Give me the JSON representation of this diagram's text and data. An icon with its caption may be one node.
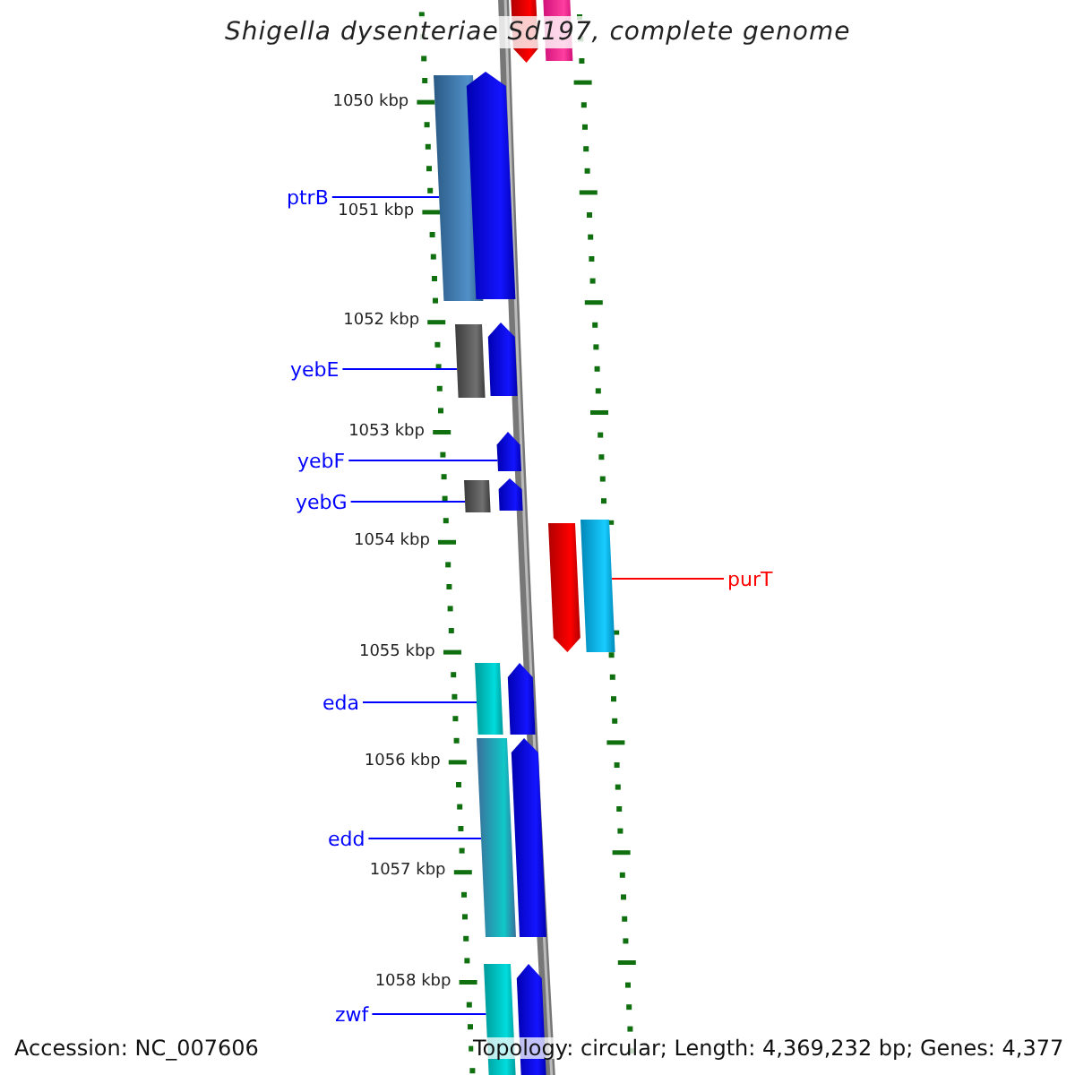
{
  "diagram": {
    "title": "Shigella dysenteriae Sd197, complete genome",
    "nodes": [
      {
        "text": [],
        "shape": "arrow"
      },
      {
        "text": [],
        "shape": "bar"
      },
      {
        "text": [
          "ptrB"
        ]
      },
      {
        "text": [],
        "shape": "bar"
      },
      {
        "text": [],
        "shape": "arrow"
      },
      {
        "text": [
          "yebE"
        ]
      },
      {
        "text": [],
        "shape": "bar"
      },
      {
        "text": [],
        "shape": "arrow"
      },
      {
        "text": [
          "yebF"
        ]
      },
      {
        "text": [],
        "shape": "arrow"
      },
      {
        "text": [
          "yebG"
        ]
      },
      {
        "text": [],
        "shape": "bar"
      },
      {
        "text": [],
        "shape": "arrow"
      },
      {
        "text": [],
        "shape": "arrow"
      },
      {
        "text": [
          "purT"
        ]
      },
      {
        "text": [],
        "shape": "bar"
      },
      {
        "text": [
          "eda"
        ]
      },
      {
        "text": [],
        "shape": "bar"
      },
      {
        "text": [],
        "shape": "arrow"
      },
      {
        "text": [
          "edd"
        ]
      },
      {
        "text": [],
        "shape": "bar"
      },
      {
        "text": [],
        "shape": "arrow"
      },
      {
        "text": [
          "zwf"
        ]
      },
      {
        "text": [],
        "shape": "bar"
      },
      {
        "text": [],
        "shape": "arrow"
      }
    ],
    "edges": [
      {
        "from": 2,
        "to": 3,
        "arrow": "none"
      },
      {
        "from": 5,
        "to": 6,
        "arrow": "none"
      },
      {
        "from": 8,
        "to": 9,
        "arrow": "none"
      },
      {
        "from": 10,
        "to": 11,
        "arrow": "none"
      },
      {
        "from": 14,
        "to": 15,
        "arrow": "none",
        "color": "#ff0000"
      },
      {
        "from": 16,
        "to": 17,
        "arrow": "none"
      },
      {
        "from": 19,
        "to": 20,
        "arrow": "none"
      },
      {
        "from": 22,
        "to": 23,
        "arrow": "none"
      }
    ],
    "labels": [
      "1050 kbp",
      "1051 kbp",
      "1052 kbp",
      "1053 kbp",
      "1054 kbp",
      "1055 kbp",
      "1056 kbp",
      "1057 kbp",
      "1058 kbp",
      "Accession: NC_007606",
      "Topology: circular; Length: 4,369,232 bp; Genes: 4,377"
    ]
  }
}
